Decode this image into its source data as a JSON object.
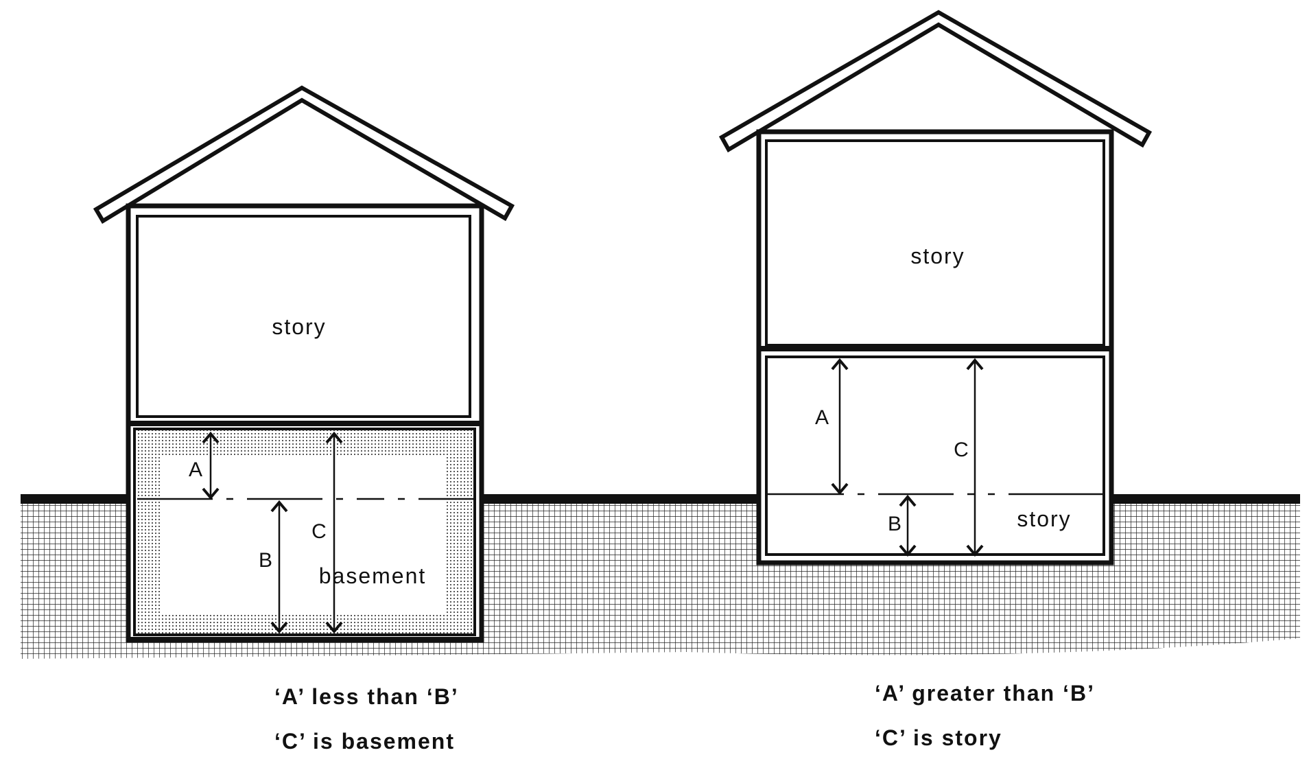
{
  "colors": {
    "ink": "#111111",
    "paper": "#ffffff",
    "ground_hatch": "#222222"
  },
  "left_house": {
    "upper_room_label": "story",
    "lower_room_label": "basement",
    "dim_a_label": "A",
    "dim_b_label": "B",
    "dim_c_label": "C",
    "caption_line1": "‘A’  less than ‘B’",
    "caption_line2": "‘C’  is basement"
  },
  "right_house": {
    "upper_room_label": "story",
    "lower_room_label": "story",
    "dim_a_label": "A",
    "dim_b_label": "B",
    "dim_c_label": "C",
    "caption_line1": "‘A’ greater than ‘B’",
    "caption_line2": "‘C’ is story"
  }
}
